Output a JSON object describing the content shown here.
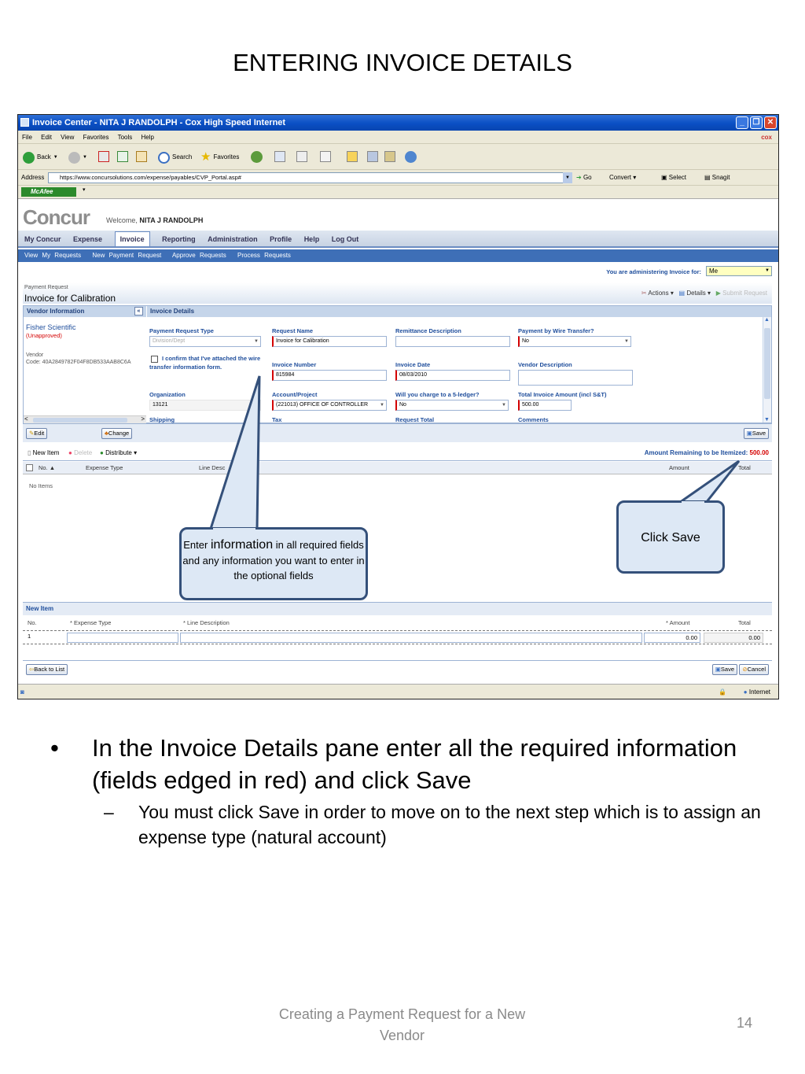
{
  "slide": {
    "title": "ENTERING INVOICE DETAILS",
    "bullet_main": "In the Invoice Details pane enter all the required information (fields edged in red) and click Save",
    "bullet_sub": "You must click Save in order to move on to the next step which is to assign an expense type (natural account)",
    "footer": "Creating a Payment Request for a New Vendor",
    "page_number": "14"
  },
  "callouts": {
    "left_pre": "Enter",
    "left_big": "information",
    "left_rest": "in all required fields and any information you want to enter in the optional fields",
    "right": "Click Save"
  },
  "browser": {
    "title": "Invoice Center - NITA J RANDOLPH - Cox High Speed Internet",
    "menu": [
      "File",
      "Edit",
      "View",
      "Favorites",
      "Tools",
      "Help"
    ],
    "brand": "cox",
    "toolbar": {
      "back": "Back",
      "search": "Search",
      "favorites": "Favorites"
    },
    "address_label": "Address",
    "url": "https://www.concursolutions.com/expense/payables/CVP_Portal.asp#",
    "go": "Go",
    "convert": "Convert",
    "select": "Select",
    "snagit": "Snagit",
    "mcafee": "McAfee",
    "status": "Internet"
  },
  "concur": {
    "logo": "Concur",
    "welcome_label": "Welcome,",
    "welcome_user": "NITA J RANDOLPH",
    "nav": [
      "My Concur",
      "Expense",
      "Invoice",
      "Reporting",
      "Administration",
      "Profile",
      "Help",
      "Log Out"
    ],
    "subnav": [
      "View My Requests",
      "New Payment Request",
      "Approve Requests",
      "Process Requests"
    ],
    "admin_label": "You are administering Invoice for:",
    "admin_value": "Me",
    "request_label": "Payment Request",
    "request_title": "Invoice for Calibration",
    "actions": "Actions",
    "details": "Details",
    "submit": "Submit Request"
  },
  "vendor": {
    "header": "Vendor Information",
    "name": "Fisher Scientific",
    "status": "(Unapproved)",
    "code_label": "Vendor",
    "code": "Code: 40A2849782F04F8DB533AAB8C6A",
    "edit": "Edit",
    "change": "Change"
  },
  "invoice": {
    "header": "Invoice Details",
    "payment_request_type_label": "Payment Request Type",
    "payment_request_type": "Division/Dept",
    "checkbox_label": "I confirm that I've attached the wire transfer information form.",
    "organization_label": "Organization",
    "organization": "13121",
    "shipping_label": "Shipping",
    "request_name_label": "Request Name",
    "request_name": "Invoice for Calibration",
    "invoice_number_label": "Invoice Number",
    "invoice_number": "815984",
    "account_label": "Account/Project",
    "account": "(221013) OFFICE OF CONTROLLER",
    "tax_label": "Tax",
    "remittance_label": "Remittance Description",
    "remittance": "",
    "invoice_date_label": "Invoice Date",
    "invoice_date": "08/03/2010",
    "ledger_label": "Will you charge to a 5-ledger?",
    "ledger": "No",
    "request_total_label": "Request Total",
    "wire_label": "Payment by Wire Transfer?",
    "wire": "No",
    "vendor_desc_label": "Vendor Description",
    "vendor_desc": "",
    "total_label": "Total Invoice Amount (incl S&T)",
    "total": "500.00",
    "comments_label": "Comments",
    "save": "Save"
  },
  "items": {
    "new_item": "New Item",
    "delete": "Delete",
    "distribute": "Distribute",
    "remaining_label": "Amount Remaining to be Itemized:",
    "remaining_value": "500.00",
    "columns": [
      "No.",
      "Expense Type",
      "Line Desc",
      "Amount",
      "Total"
    ],
    "empty": "No Items"
  },
  "new_item": {
    "header": "New Item",
    "columns": [
      "No.",
      "* Expense Type",
      "* Line Description",
      "* Amount",
      "Total"
    ],
    "row_no": "1",
    "amount": "0.00",
    "total": "0.00"
  },
  "footer_buttons": {
    "back": "Back to List",
    "save": "Save",
    "cancel": "Cancel"
  },
  "colors": {
    "required_edge": "#d40000",
    "accent": "#1f4e9c",
    "callout_border": "#34507a",
    "callout_fill": "#dde8f5"
  }
}
